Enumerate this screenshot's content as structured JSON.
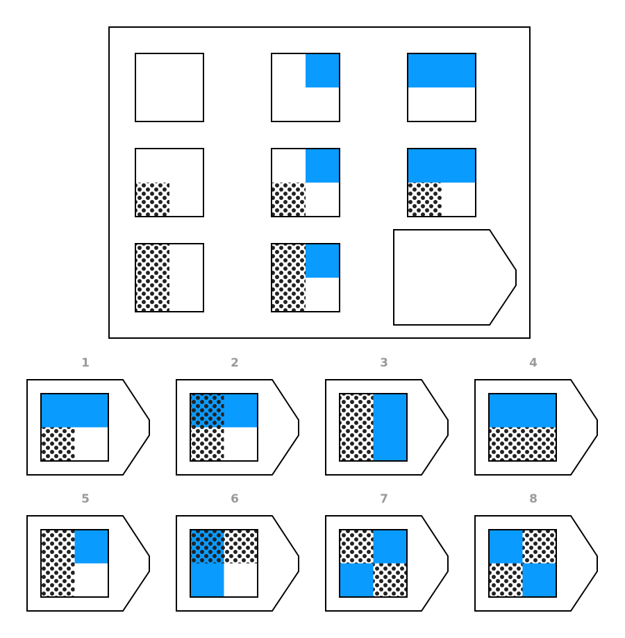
{
  "colors": {
    "border": "#000000",
    "blue": "#0a9bff",
    "dot": "#222222",
    "label": "#9a9a9a",
    "background": "#ffffff"
  },
  "matrix": {
    "cells": [
      {
        "id": "r1c1",
        "blue": [],
        "dots": []
      },
      {
        "id": "r1c2",
        "blue": [
          "TR"
        ],
        "dots": []
      },
      {
        "id": "r1c3",
        "blue": [
          "TL",
          "TR"
        ],
        "dots": []
      },
      {
        "id": "r2c1",
        "blue": [],
        "dots": [
          "BL"
        ]
      },
      {
        "id": "r2c2",
        "blue": [
          "TR"
        ],
        "dots": [
          "BL"
        ]
      },
      {
        "id": "r2c3",
        "blue": [
          "TL",
          "TR"
        ],
        "dots": [
          "BL"
        ]
      },
      {
        "id": "r3c1",
        "blue": [],
        "dots": [
          "TL",
          "BL"
        ]
      },
      {
        "id": "r3c2",
        "blue": [
          "TR"
        ],
        "dots": [
          "TL",
          "BL"
        ]
      },
      {
        "id": "r3c3",
        "missing": true
      }
    ]
  },
  "options": [
    {
      "label": "1",
      "blue": [
        "TL",
        "TR"
      ],
      "dots": [
        "BL"
      ]
    },
    {
      "label": "2",
      "blue": [
        "TL",
        "TR"
      ],
      "dots": [
        "TL",
        "BL"
      ]
    },
    {
      "label": "3",
      "blue": [
        "TR",
        "BR"
      ],
      "dots": [
        "TL",
        "BL"
      ]
    },
    {
      "label": "4",
      "blue": [
        "TL",
        "TR"
      ],
      "dots": [
        "BL",
        "BR"
      ]
    },
    {
      "label": "5",
      "blue": [
        "TR"
      ],
      "dots": [
        "TL",
        "BL"
      ]
    },
    {
      "label": "6",
      "blue": [
        "TL",
        "BL"
      ],
      "dots": [
        "TL",
        "TR"
      ]
    },
    {
      "label": "7",
      "blue": [
        "TR",
        "BL"
      ],
      "dots": [
        "TL",
        "BR"
      ]
    },
    {
      "label": "8",
      "blue": [
        "TL",
        "BR"
      ],
      "dots": [
        "TR",
        "BL"
      ]
    }
  ]
}
